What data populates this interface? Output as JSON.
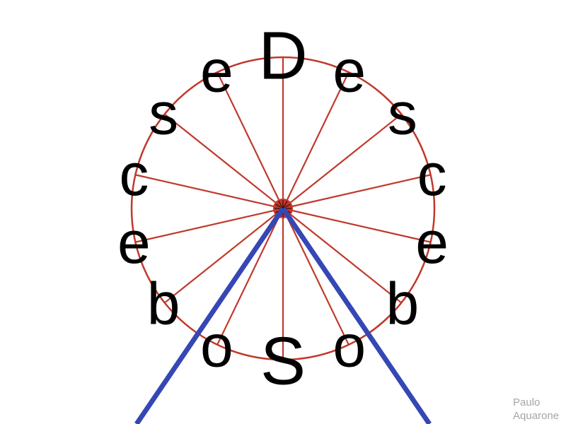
{
  "wheel": {
    "letters": [
      "D",
      "e",
      "s",
      "c",
      "e",
      "b",
      "o",
      "S",
      "o",
      "b",
      "e",
      "c",
      "s",
      "e"
    ],
    "rim_color": "#c0392b",
    "hub_color": "#c0392b",
    "support_color": "#3547b5"
  },
  "credit": {
    "line1": "Paulo",
    "line2": "Aquarone"
  }
}
